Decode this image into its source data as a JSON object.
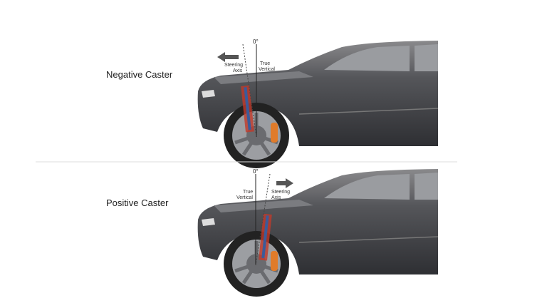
{
  "panels": [
    {
      "title": "Negative Caster",
      "zero_label": "0°",
      "steering_label_1": "Steering",
      "steering_label_2": "Axis",
      "vertical_label_1": "True",
      "vertical_label_2": "Vertical",
      "arrow_direction": "left"
    },
    {
      "title": "Positive Caster",
      "zero_label": "0°",
      "steering_label_1": "Steering",
      "steering_label_2": "Axis",
      "vertical_label_1": "True",
      "vertical_label_2": "Vertical",
      "arrow_direction": "right"
    }
  ],
  "colors": {
    "car_body": "#4a4a4c",
    "strut": "#c0392b",
    "brake": "#e07b2a",
    "arrow": "#555555"
  }
}
